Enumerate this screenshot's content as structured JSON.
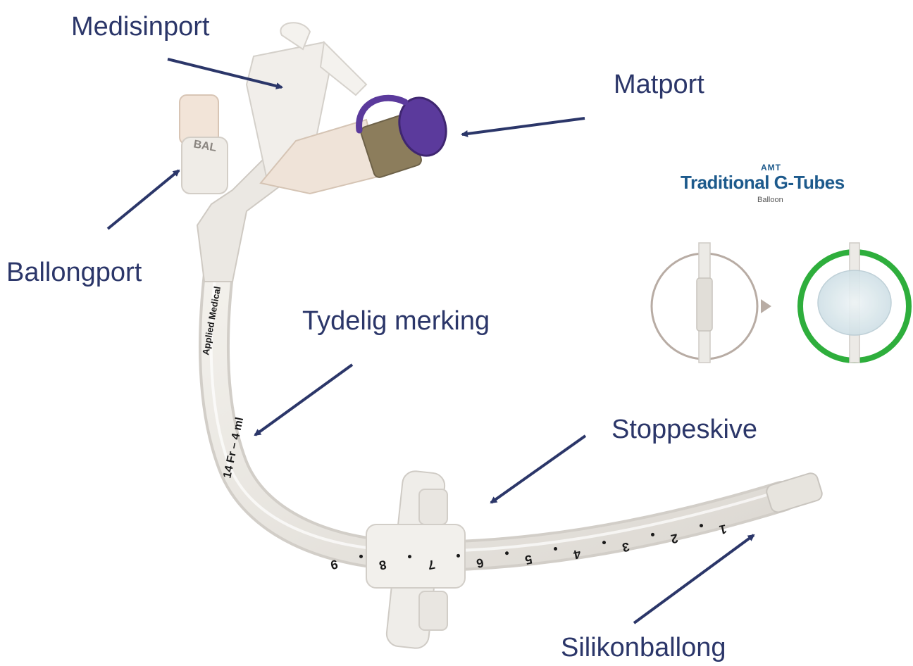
{
  "labels": {
    "medisinport": "Medisinport",
    "matport": "Matport",
    "ballongport": "Ballongport",
    "tydelig_merking": "Tydelig merking",
    "stoppeskive": "Stoppeskive",
    "silikonballong": "Silikonballong"
  },
  "logo": {
    "brand": "AMT",
    "title": "Traditional G-Tubes",
    "subtitle": "Balloon"
  },
  "tube_print": {
    "brand_text": "Applied Medical",
    "size_text": "14 Fr – 4 ml",
    "port_text": "BAL",
    "depth_marks": [
      "1",
      "2",
      "3",
      "4",
      "5",
      "6",
      "7",
      "8",
      "9"
    ]
  },
  "colors": {
    "label": "#2b3669",
    "arrow": "#2b3669",
    "cap": "#5b3a9c",
    "logo": "#1d5a8c",
    "ring_inflated": "#2eae3c",
    "ring_deflated": "#b8aca4"
  }
}
